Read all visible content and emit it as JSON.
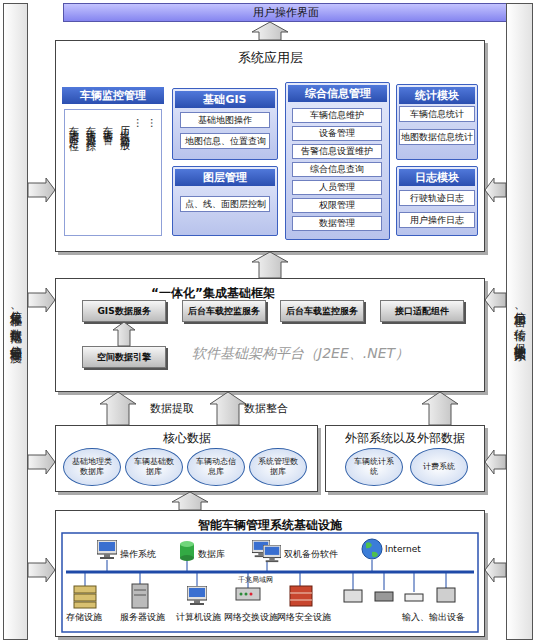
{
  "diagram": {
    "nodes": [
      {
        "text": [
          "用户操作界面"
        ]
      },
      {
        "text": [
          "信息化标准、数据规范、信息管理制度"
        ]
      },
      {
        "text": [
          "信息加密、传输、保护的安全体系"
        ]
      },
      {
        "text": [
          "系统应用层"
        ]
      },
      {
        "text": [
          "车辆监控管理",
          "车辆实时定位",
          "车辆轨迹跟踪",
          "车辆告警",
          "历史轨迹回放",
          "…",
          "…"
        ],
        "in": 3
      },
      {
        "text": [
          "基础GIS"
        ],
        "in": 3
      },
      {
        "text": [
          "基础地图操作"
        ],
        "in": 5
      },
      {
        "text": [
          "地图信息、位置查询"
        ],
        "in": 5
      },
      {
        "text": [
          "图层管理"
        ],
        "in": 3
      },
      {
        "text": [
          "点、线、面图层控制"
        ],
        "in": 8
      },
      {
        "text": [
          "综合信息管理"
        ],
        "in": 3
      },
      {
        "text": [
          "车辆信息维护"
        ],
        "in": 10
      },
      {
        "text": [
          "设备管理"
        ],
        "in": 10
      },
      {
        "text": [
          "告警信息设置维护"
        ],
        "in": 10
      },
      {
        "text": [
          "综合信息查询"
        ],
        "in": 10
      },
      {
        "text": [
          "人员管理"
        ],
        "in": 10
      },
      {
        "text": [
          "权限管理"
        ],
        "in": 10
      },
      {
        "text": [
          "数据管理"
        ],
        "in": 10
      },
      {
        "text": [
          "统计模块"
        ],
        "in": 3
      },
      {
        "text": [
          "车辆信息统计"
        ],
        "in": 18
      },
      {
        "text": [
          "地图数据信息统计"
        ],
        "in": 18
      },
      {
        "text": [
          "日志模块"
        ],
        "in": 3
      },
      {
        "text": [
          "行驶轨迹日志"
        ],
        "in": 21
      },
      {
        "text": [
          "用户操作日志"
        ],
        "in": 21
      },
      {
        "text": [
          "“一体化”集成基础框架"
        ]
      },
      {
        "text": [
          "GIS数据服务"
        ],
        "in": 24
      },
      {
        "text": [
          "后台车载控监服务"
        ],
        "in": 24
      },
      {
        "text": [
          "后台车载监控服务"
        ],
        "in": 24
      },
      {
        "text": [
          "接口适配组件"
        ],
        "in": 24
      },
      {
        "text": [
          "空间数据引擎"
        ],
        "in": 24
      },
      {
        "text": [
          "核心数据"
        ]
      },
      {
        "text": [
          "基础地理类数据库"
        ],
        "in": 30
      },
      {
        "text": [
          "车辆基础数据库"
        ],
        "in": 30
      },
      {
        "text": [
          "车辆动态信息库"
        ],
        "in": 30
      },
      {
        "text": [
          "系统管理数据库"
        ],
        "in": 30
      },
      {
        "text": [
          "外部系统以及外部数据"
        ]
      },
      {
        "text": [
          "车辆统计系统"
        ],
        "in": 35
      },
      {
        "text": [
          "计费系统"
        ],
        "in": 35
      },
      {
        "text": [
          "智能车辆管理系统基础设施"
        ]
      }
    ],
    "edges": [
      {
        "from": 3,
        "to": 0,
        "arrow": "to"
      },
      {
        "from": 24,
        "to": 3,
        "arrow": "to"
      },
      {
        "from": 30,
        "to": 24,
        "label": "数据提取",
        "arrow": "to"
      },
      {
        "from": 30,
        "to": 24,
        "label": "数据整合",
        "arrow": "to"
      },
      {
        "from": 35,
        "to": 24,
        "arrow": "to"
      },
      {
        "from": 38,
        "to": 30,
        "arrow": "to"
      },
      {
        "from": 29,
        "to": 25,
        "arrow": "to"
      },
      {
        "from": 1,
        "to": 3,
        "arrow": "to"
      },
      {
        "from": 1,
        "to": 24,
        "arrow": "to"
      },
      {
        "from": 1,
        "to": 30,
        "arrow": "to"
      },
      {
        "from": 1,
        "to": 38,
        "arrow": "to"
      },
      {
        "from": 2,
        "to": 3,
        "arrow": "to"
      },
      {
        "from": 2,
        "to": 24,
        "arrow": "to"
      },
      {
        "from": 2,
        "to": 35,
        "arrow": "to"
      },
      {
        "from": 2,
        "to": 38,
        "arrow": "to"
      }
    ],
    "labels": [
      "软件基础架构平台（J2EE、.NET）",
      "操作系统",
      "数据库",
      "双机备份软件",
      "Internet",
      "千兆局域网",
      "存储设施",
      "服务器设施",
      "计算机设施",
      "网络交换设施",
      "网络安全设施",
      "输入、输出设备"
    ]
  }
}
